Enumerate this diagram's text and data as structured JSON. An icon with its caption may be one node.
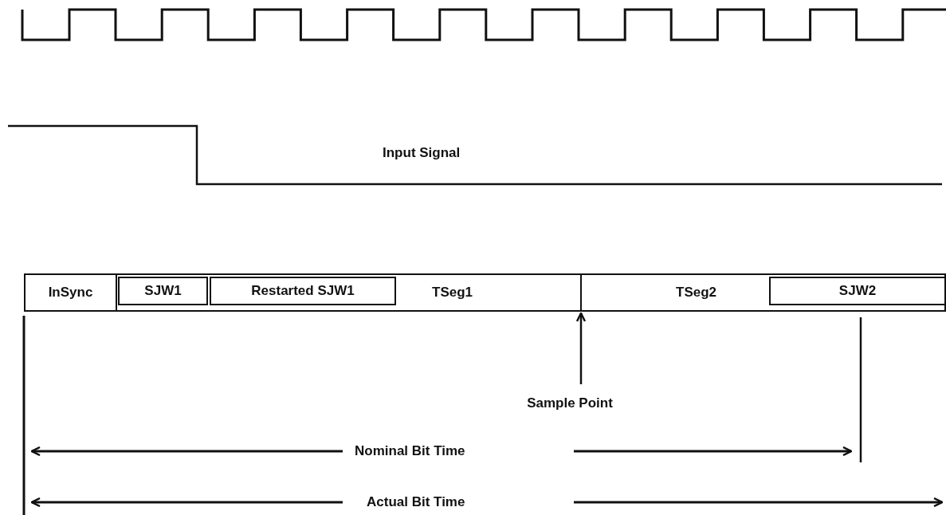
{
  "diagram": {
    "nodes": [
      {
        "text": [
          "InSync"
        ]
      },
      {
        "text": [
          "TSeg1"
        ]
      },
      {
        "text": [
          "SJW1"
        ],
        "in": 1
      },
      {
        "text": [
          "Restarted SJW1"
        ],
        "in": 1
      },
      {
        "text": [
          "TSeg2"
        ]
      },
      {
        "text": [
          "SJW2"
        ],
        "in": 4
      },
      {
        "text": [
          "Sample Point"
        ]
      }
    ],
    "edges": [
      {
        "from": 6,
        "to": 4,
        "arrow": "to"
      }
    ],
    "labels": [
      "Input Signal",
      "Nominal Bit Time",
      "Actual Bit Time"
    ]
  }
}
